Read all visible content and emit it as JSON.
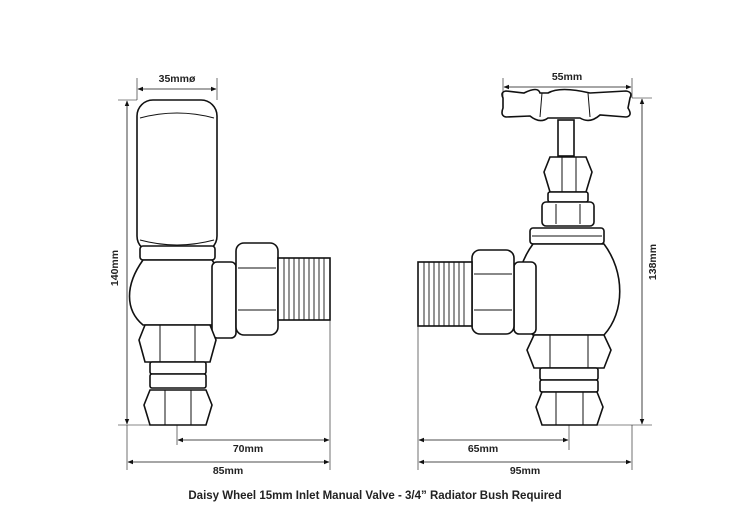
{
  "left_valve": {
    "dim_top": "35mmø",
    "dim_height": "140mm",
    "dim_outlet": "70mm",
    "dim_width": "85mm"
  },
  "right_valve": {
    "dim_top": "55mm",
    "dim_height": "138mm",
    "dim_outlet": "65mm",
    "dim_width": "95mm"
  },
  "caption": "Daisy Wheel 15mm Inlet Manual Valve - 3/4” Radiator Bush Required"
}
